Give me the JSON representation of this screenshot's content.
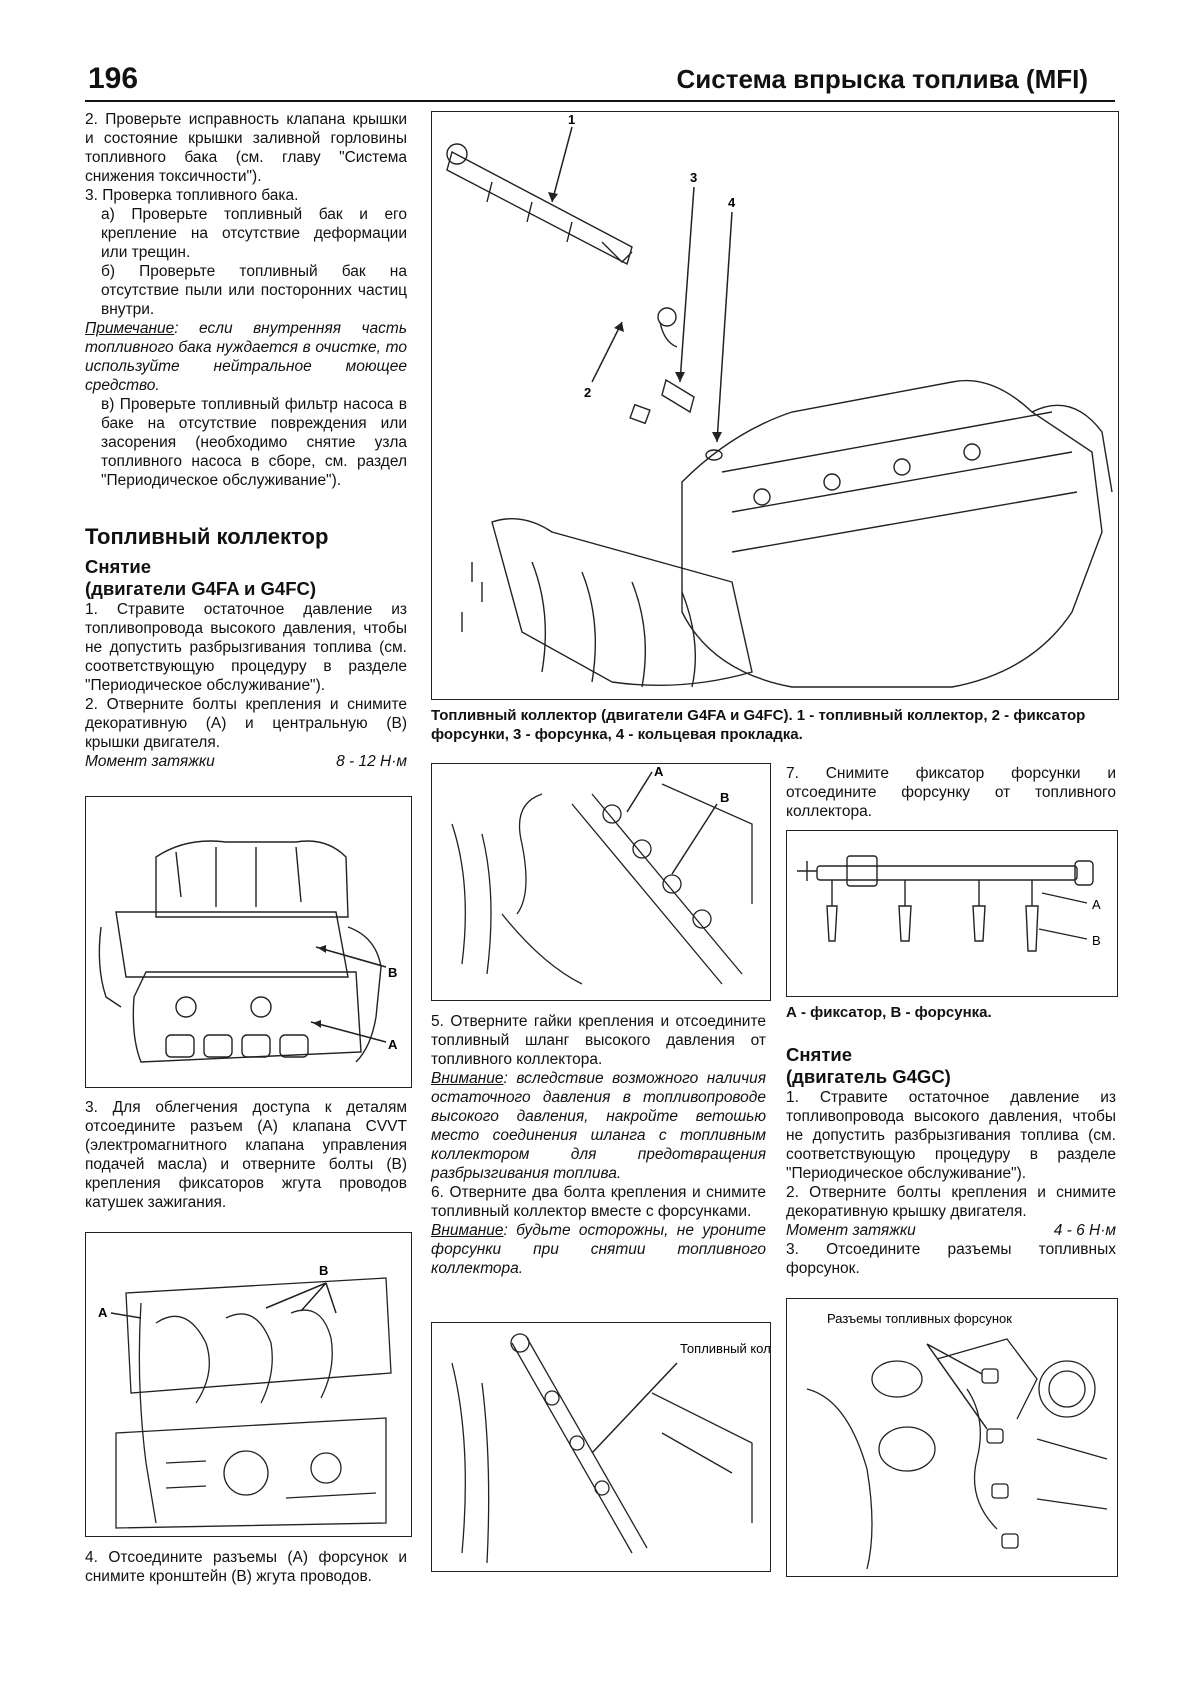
{
  "header": {
    "page_number": "196",
    "title": "Система впрыска топлива (MFI)"
  },
  "left_col": {
    "p1": "2. Проверьте исправность клапана крышки и состояние крышки заливной горловины топливного бака (см. главу \"Система снижения токсичности\").",
    "p2": "3. Проверка топливного бака.",
    "p2a": "а) Проверьте топливный бак и его крепление на отсутствие деформации или трещин.",
    "p2b": "б) Проверьте топливный бак на отсутствие пыли или посторонних частиц внутри.",
    "note_label": "Примечание",
    "note_text": ": если внутренняя часть топливного бака нуждается в очистке, то используйте нейтральное моющее средство.",
    "p2c": "в) Проверьте топливный фильтр насоса в баке на отсутствие повреждения или засорения (необходимо снятие узла топливного насоса в сборе, см. раздел \"Периодическое обслуживание\").",
    "section_title": "Топливный коллектор",
    "sub_title_1": "Снятие",
    "sub_title_2": "(двигатели G4FA и G4FC)",
    "s1": "1. Стравите остаточное давление из топливопровода высокого давления, чтобы не допустить разбрызгивания топлива (см. соответствующую процедуру в разделе \"Периодическое обслуживание\").",
    "s2": "2. Отверните болты крепления и снимите декоративную (А) и центральную (В) крышки двигателя.",
    "torque_label": "Момент затяжки",
    "torque_value": "8 - 12 Н·м",
    "s3": "3. Для облегчения доступа к деталям отсоедините разъем (А) клапана CVVT (электромагнитного клапана управления подачей масла) и отверните болты (В) крепления фиксаторов жгута проводов катушек зажигания.",
    "s4": "4. Отсоедините разъемы (А) форсунок и снимите кронштейн (В) жгута проводов."
  },
  "figures": {
    "main_caption": "Топливный коллектор (двигатели G4FA и G4FC). 1 - топливный коллектор, 2 - фиксатор форсунки, 3 - форсунка, 4 - кольцевая прокладка.",
    "main_labels": [
      "1",
      "2",
      "3",
      "4"
    ],
    "cover_labels": [
      "B",
      "A"
    ],
    "harness_labels": [
      "B",
      "A"
    ],
    "injector_top_labels": [
      "A",
      "B"
    ],
    "rail_labels": [
      "A",
      "B"
    ],
    "rail_caption": "А - фиксатор, В - форсунка.",
    "collector_label": "Топливный коллектор",
    "connectors_label": "Разъемы топливных форсунок"
  },
  "mid_col": {
    "s5": "5. Отверните гайки крепления и отсоедините топливный шланг высокого давления от топливного коллектора.",
    "warn1_label": "Внимание",
    "warn1_text": ": вследствие возможного наличия остаточного давления в топливопроводе высокого давления, накройте ветошью место соединения шланга с топливным коллектором для предотвращения разбрызгивания топлива.",
    "s6": "6. Отверните два болта крепления и снимите топливный коллектор вместе с форсунками.",
    "warn2_label": "Внимание",
    "warn2_text": ": будьте осторожны, не уроните форсунки при снятии топливного коллектора."
  },
  "right_col": {
    "s7": "7. Снимите фиксатор форсунки и отсоедините форсунку от топливного коллектора.",
    "sub_title_1": "Снятие",
    "sub_title_2": "(двигатель G4GC)",
    "g1": "1. Стравите остаточное давление из топливопровода высокого давления, чтобы не допустить разбрызгивания топлива (см. соответствующую процедуру в разделе \"Периодическое обслуживание\").",
    "g2": "2. Отверните болты крепления и снимите декоративную крышку двигателя.",
    "torque_label": "Момент затяжки",
    "torque_value": "4 - 6 Н·м",
    "g3": "3. Отсоедините разъемы топливных форсунок."
  }
}
